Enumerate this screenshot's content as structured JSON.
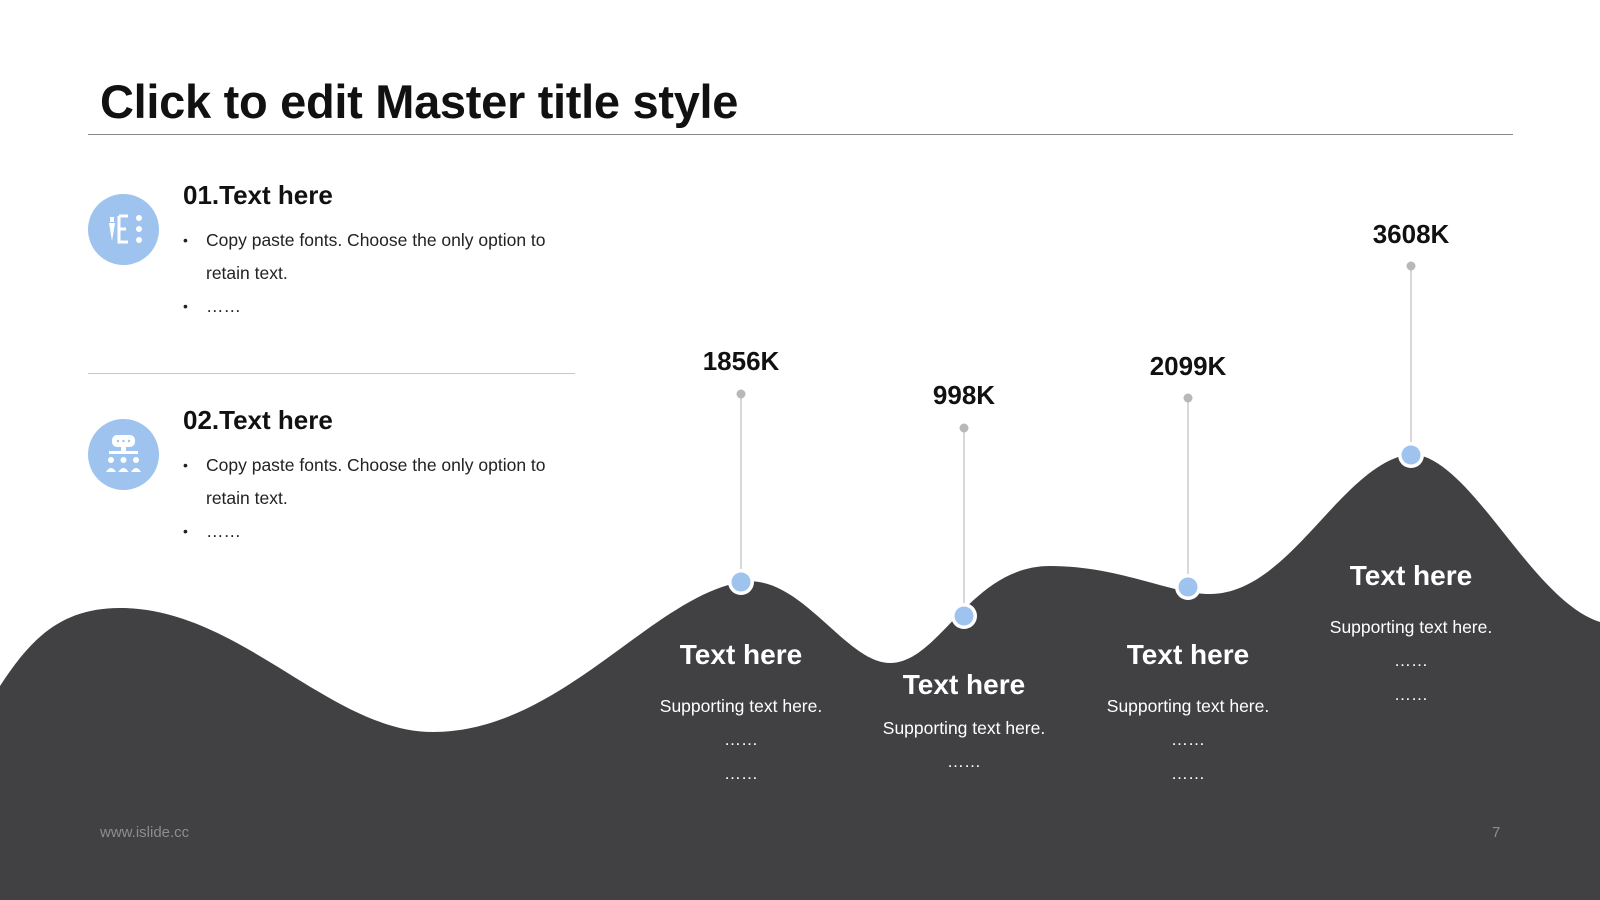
{
  "slide": {
    "title": "Click to edit Master title style",
    "sections": [
      {
        "heading": "01.Text here",
        "icon": "list-icon",
        "bullets": [
          "Copy paste fonts. Choose the only option to retain text.",
          "……"
        ]
      },
      {
        "heading": "02.Text here",
        "icon": "org-chart-icon",
        "bullets": [
          "Copy paste fonts. Choose the only option to retain text.",
          "……"
        ]
      }
    ],
    "peaks": [
      {
        "value": "1856K",
        "title": "Text here",
        "sub": "Supporting text here.",
        "dots": [
          "……",
          "……"
        ]
      },
      {
        "value": "998K",
        "title": "Text here",
        "sub": "Supporting text here.",
        "dots": [
          "……"
        ]
      },
      {
        "value": "2099K",
        "title": "Text here",
        "sub": "Supporting text here.",
        "dots": [
          "……",
          "……"
        ]
      },
      {
        "value": "3608K",
        "title": "Text here",
        "sub": "Supporting text here.",
        "dots": [
          "……",
          "……"
        ]
      }
    ],
    "footer": {
      "url": "www.islide.cc",
      "page": "7"
    }
  },
  "colors": {
    "accent": "#9ec3ee",
    "mountain": "#414042",
    "text": "#111111"
  }
}
